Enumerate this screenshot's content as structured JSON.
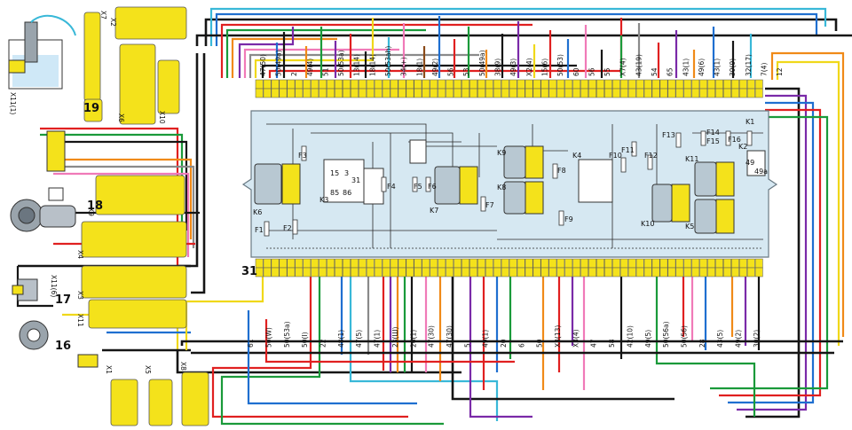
{
  "colors": {
    "panel": "#d6e8f2",
    "connector": "#f4e21b",
    "wire_red": "#e02020",
    "wire_blue": "#1f6fd0",
    "wire_green": "#1a9a3a",
    "wire_orange": "#f08a18",
    "wire_purple": "#7a2aa8",
    "wire_pink": "#f07ab8",
    "wire_black": "#151515",
    "wire_yellow": "#f0d81a",
    "wire_brown": "#8a4a18",
    "wire_cyan": "#39b8d8",
    "wire_grey": "#8a8a8a"
  },
  "components": {
    "c19": "19",
    "c18": "18",
    "c17": "17",
    "c16": "16",
    "c31": "31"
  },
  "connectors": {
    "x1": "X1",
    "x2": "X2",
    "x3": "X3",
    "x4": "X4",
    "x5": "X5",
    "x6": "X6",
    "x7": "X7",
    "x8": "X8",
    "x9": "X9",
    "x10": "X10",
    "x11": "X11",
    "x11_1": "X11(1)",
    "x11_6": "X11(6)"
  },
  "relays": {
    "k1": "K1",
    "k2": "K2",
    "k3": "K3",
    "k4": "K4",
    "k5": "K5",
    "k6": "K6",
    "k7": "K7",
    "k8": "K8",
    "k9": "K9",
    "k10": "K10",
    "k11": "K11"
  },
  "fuses": {
    "f1": "F1",
    "f2": "F2",
    "f3": "F3",
    "f4": "F4",
    "f5": "F5",
    "f6": "F6",
    "f7": "F7",
    "f8": "F8",
    "f9": "F9",
    "f10": "F10",
    "f11": "F11",
    "f12": "F12",
    "f13": "F13",
    "f14": "F14",
    "f15": "F15",
    "f16": "F16"
  },
  "top_wire_labels": [
    "47(50)",
    "50(49a)",
    "2",
    "49(4)",
    "51",
    "50(53a)",
    "13(14)",
    "18(14)",
    "50(53ah)",
    "34(+)",
    "18(1)",
    "49(2)",
    "56",
    "53",
    "50(49a)",
    "38(9)",
    "49(3)",
    "X2(4)",
    "15(6)",
    "50(53)",
    "60",
    "56",
    "55",
    "X7(4)",
    "43(19)",
    "54",
    "65",
    "43(1)",
    "49(6)",
    "43(1)",
    "39(9)",
    "32(17)",
    "7(4)",
    "12"
  ],
  "bottom_wire_labels": [
    "61",
    "50(W)",
    "50(53a)",
    "50(I)",
    "22",
    "48(1)",
    "47(5)",
    "47(1)",
    "23(Ш)",
    "26(1)",
    "47(30)",
    "47(30)",
    "5",
    "49(1)",
    "20",
    "6",
    "50",
    "X3(13)",
    "X3(4)",
    "47",
    "58",
    "42(10)",
    "49(5)",
    "50(56a)",
    "50(56)",
    "28",
    "43(5)",
    "49(2)",
    "30(2)"
  ],
  "panel_labels": {
    "block_fuse": "F8",
    "relay_sym_3": "3",
    "relay_sym_15": "15",
    "relay_sym_31": "31",
    "relay_sym_85": "85",
    "relay_sym_86": "86",
    "terminal_49": "49",
    "terminal_49a": "49a"
  }
}
